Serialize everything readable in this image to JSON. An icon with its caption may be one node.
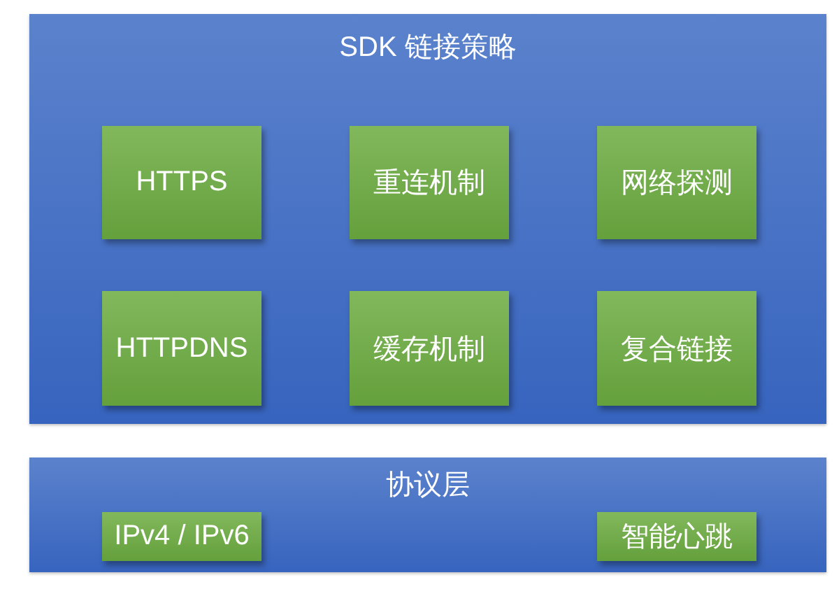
{
  "diagram": {
    "nodes": [
      {
        "text": [
          "SDK 链接策略"
        ]
      },
      {
        "text": [
          "HTTPS"
        ],
        "in": 0
      },
      {
        "text": [
          "重连机制"
        ],
        "in": 0
      },
      {
        "text": [
          "网络探测"
        ],
        "in": 0
      },
      {
        "text": [
          "HTTPDNS"
        ],
        "in": 0
      },
      {
        "text": [
          "缓存机制"
        ],
        "in": 0
      },
      {
        "text": [
          "复合链接"
        ],
        "in": 0
      },
      {
        "text": [
          "协议层"
        ]
      },
      {
        "text": [
          "IPv4 / IPv6"
        ],
        "in": 7
      },
      {
        "text": [
          "智能心跳"
        ],
        "in": 7
      }
    ]
  }
}
